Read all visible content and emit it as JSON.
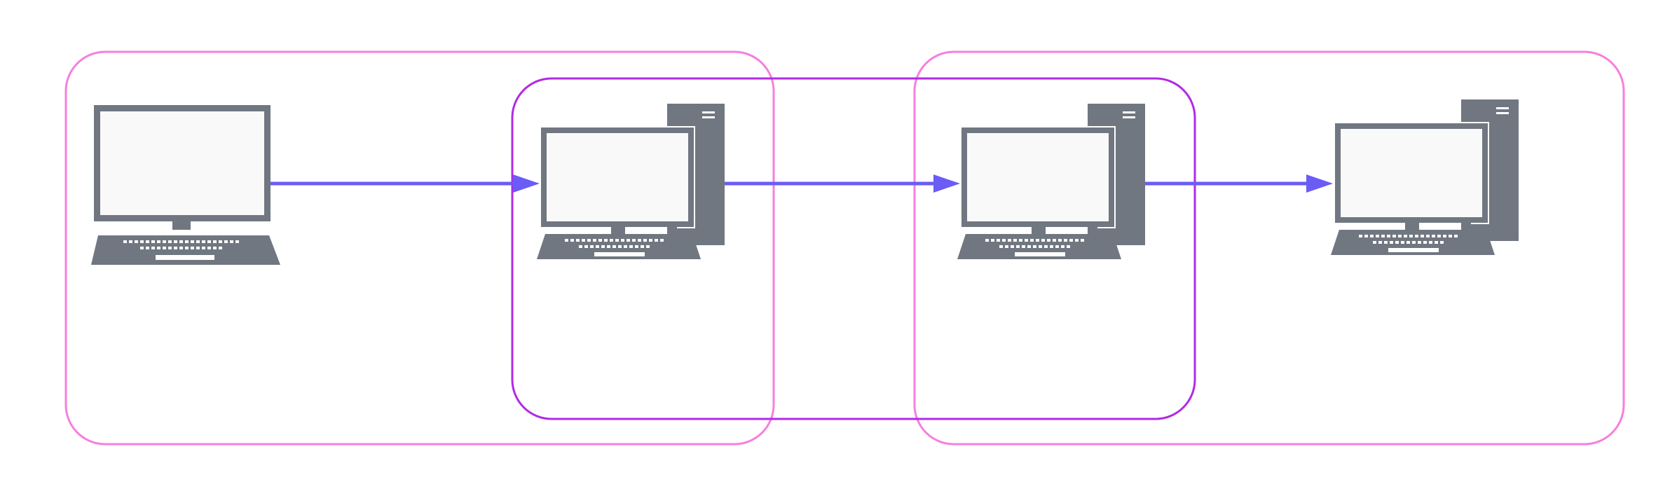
{
  "colors": {
    "background": "#ffffff",
    "outer_group": "#f77fdf",
    "inner_group": "#b12ae6",
    "arrow": "#6b5cf6",
    "device": "#707780",
    "screen": "#f9f9f9",
    "key": "#ffffff"
  },
  "nodes": [
    {
      "id": "laptop-node",
      "icon": "laptop-icon"
    },
    {
      "id": "desktop-node-1",
      "icon": "desktop-computer-icon"
    },
    {
      "id": "desktop-node-2",
      "icon": "desktop-computer-icon"
    },
    {
      "id": "desktop-node-3",
      "icon": "desktop-computer-icon"
    }
  ],
  "groups": [
    {
      "id": "outer-group-left",
      "style": "outer"
    },
    {
      "id": "outer-group-right",
      "style": "outer"
    },
    {
      "id": "inner-group-middle",
      "style": "inner"
    }
  ],
  "edges": [
    {
      "from": "laptop-node",
      "to": "desktop-node-1",
      "directed": true
    },
    {
      "from": "desktop-node-1",
      "to": "desktop-node-2",
      "directed": true
    },
    {
      "from": "desktop-node-2",
      "to": "desktop-node-3",
      "directed": true
    }
  ]
}
